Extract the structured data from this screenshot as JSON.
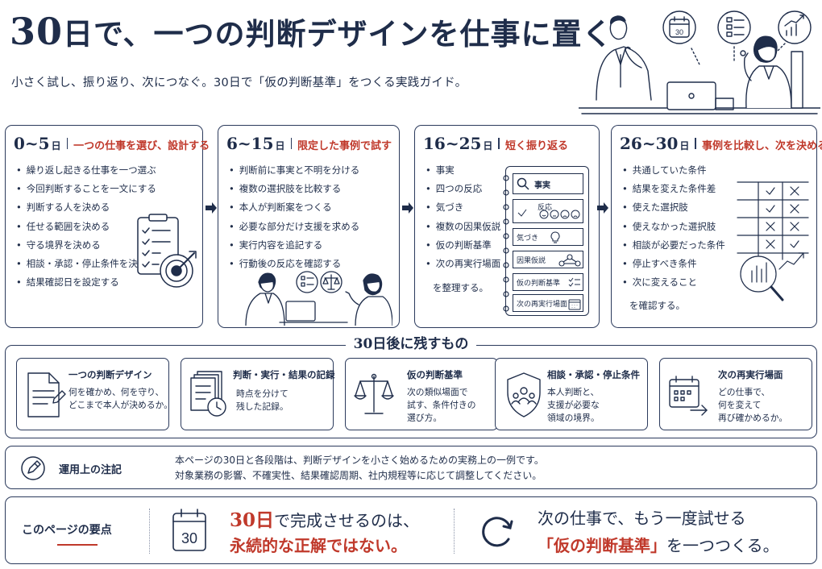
{
  "header": {
    "title_num": "30",
    "title_rest": "日で、一つの判断デザインを仕事に置く",
    "subtitle": "小さく試し、振り返り、次につなぐ。30日で「仮の判断基準」をつくる実践ガイド。",
    "hero_calendar_num": "30"
  },
  "phases": [
    {
      "range": "0~5",
      "unit": "日",
      "title": "一つの仕事を選び、設計する",
      "items": [
        "繰り返し起きる仕事を一つ選ぶ",
        "今回判断することを一文にする",
        "判断する人を決める",
        "任せる範囲を決める",
        "守る境界を決める",
        "相談・承認・停止条件を決める",
        "結果確認日を設定する"
      ],
      "after": ""
    },
    {
      "range": "6~15",
      "unit": "日",
      "title": "限定した事例で試す",
      "items": [
        "判断前に事実と不明を分ける",
        "複数の選択肢を比較する",
        "本人が判断案をつくる",
        "必要な部分だけ支援を求める",
        "実行内容を追記する",
        "行動後の反応を確認する"
      ],
      "after": ""
    },
    {
      "range": "16~25",
      "unit": "日",
      "title": "短く振り返る",
      "items": [
        "事実",
        "四つの反応",
        "気づき",
        "複数の因果仮説",
        "仮の判断基準",
        "次の再実行場面"
      ],
      "after": "を整理する。",
      "notebook": [
        "事実",
        "反応",
        "気づき",
        "因果仮説",
        "仮の判断基準",
        "次の再実行場面"
      ]
    },
    {
      "range": "26~30",
      "unit": "日",
      "title": "事例を比較し、次を決める",
      "items": [
        "共通していた条件",
        "結果を変えた条件差",
        "使えた選択肢",
        "使えなかった選択肢",
        "相談が必要だった条件",
        "停止すべき条件",
        "次に変えること"
      ],
      "after": "を確認する。"
    }
  ],
  "keep": {
    "title": "30日後に残すもの",
    "items": [
      {
        "icon": "document-icon",
        "title": "一つの判断デザイン",
        "lines": [
          "何を確かめ、何を守り、",
          "どこまで本人が決めるか。"
        ]
      },
      {
        "icon": "records-clock-icon",
        "title": "判断・実行・結果の記録",
        "lines": [
          "時点を分けて",
          "残した記録。"
        ]
      },
      {
        "icon": "scale-icon",
        "title": "仮の判断基準",
        "lines": [
          "次の類似場面で",
          "試す、条件付きの",
          "選び方。"
        ]
      },
      {
        "icon": "shield-people-icon",
        "title": "相談・承認・停止条件",
        "lines": [
          "本人判断と、",
          "支援が必要な",
          "領域の境界。"
        ]
      },
      {
        "icon": "calendar-arrow-icon",
        "title": "次の再実行場面",
        "lines": [
          "どの仕事で、",
          "何を変えて",
          "再び確かめるか。"
        ]
      }
    ]
  },
  "note": {
    "label": "運用上の注記",
    "lines": [
      "本ページの30日と各段階は、判断デザインを小さく始めるための実務上の一例です。",
      "対象業務の影響、不確実性、結果確認周期、社内規程等に応じて調整してください。"
    ]
  },
  "summary": {
    "label": "このページの要点",
    "calendar_num": "30",
    "left_red": "30日",
    "left_rest": "で完成させるのは、",
    "left_line2": "永続的な正解ではない。",
    "right_line1": "次の仕事で、もう一度試せる",
    "right_red": "「仮の判断基準」",
    "right_rest": "を一つつくる。"
  },
  "colors": {
    "navy": "#1f2d4a",
    "accent_red": "#c0392b",
    "border": "#2b3a5c"
  }
}
